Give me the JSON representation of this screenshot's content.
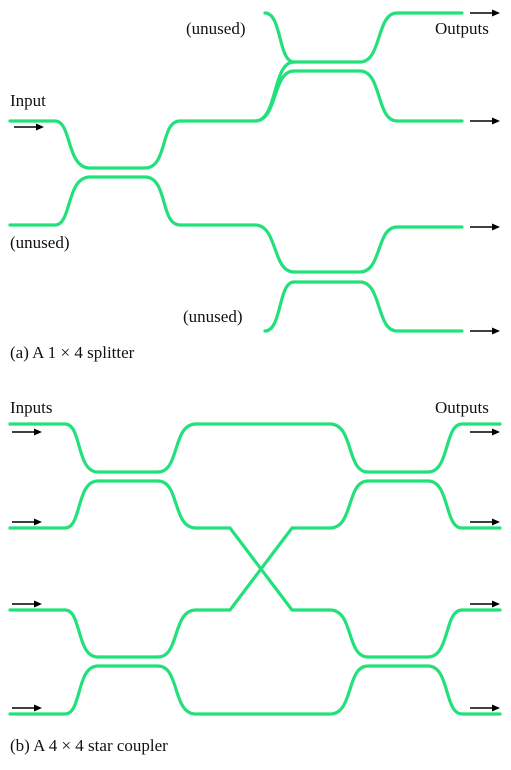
{
  "colors": {
    "waveguide": "#22e07a",
    "arrow": "#000000",
    "text": "#111111"
  },
  "diagram_a": {
    "caption": "(a)  A 1 × 4 splitter",
    "input_label": "Input",
    "outputs_label": "Outputs",
    "unused_label": "(unused)"
  },
  "diagram_b": {
    "caption": "(b)  A 4 × 4 star coupler",
    "inputs_label": "Inputs",
    "outputs_label": "Outputs"
  }
}
